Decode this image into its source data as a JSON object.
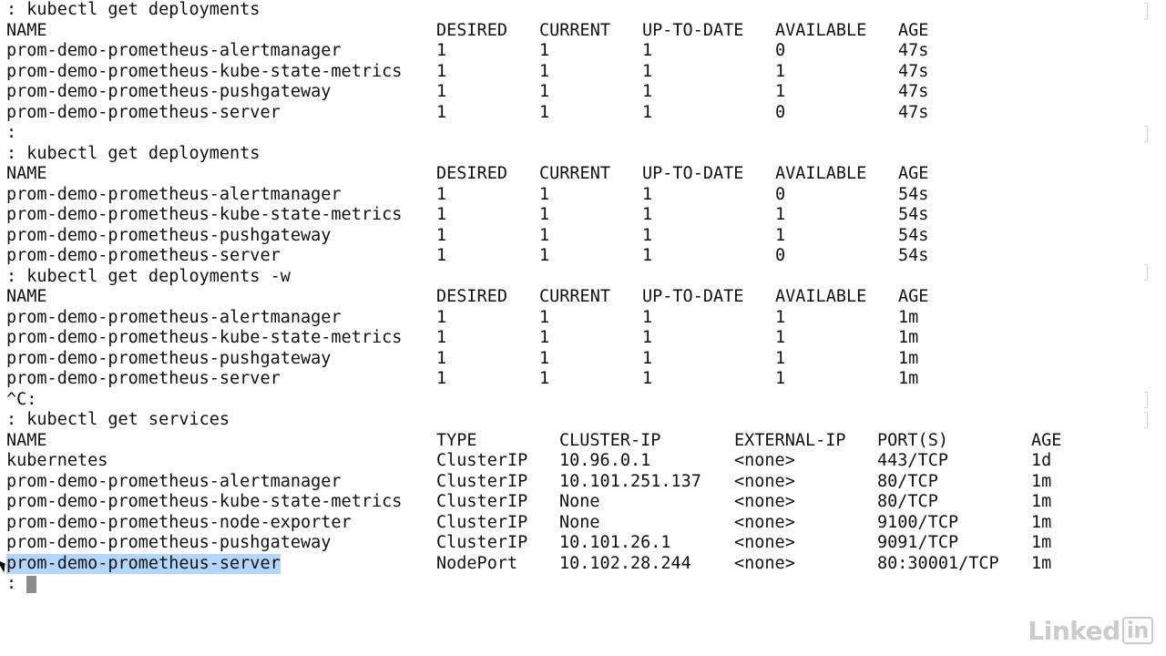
{
  "terminal": {
    "lines": [
      [
        ": kubectl get deployments"
      ],
      [
        "NAME",
        "DESIRED",
        "CURRENT",
        "UP-TO-DATE",
        "AVAILABLE",
        "AGE"
      ],
      [
        "prom-demo-prometheus-alertmanager",
        "1",
        "1",
        "1",
        "0",
        "47s"
      ],
      [
        "prom-demo-prometheus-kube-state-metrics",
        "1",
        "1",
        "1",
        "1",
        "47s"
      ],
      [
        "prom-demo-prometheus-pushgateway",
        "1",
        "1",
        "1",
        "1",
        "47s"
      ],
      [
        "prom-demo-prometheus-server",
        "1",
        "1",
        "1",
        "0",
        "47s"
      ],
      [
        ":"
      ],
      [
        ": kubectl get deployments"
      ],
      [
        "NAME",
        "DESIRED",
        "CURRENT",
        "UP-TO-DATE",
        "AVAILABLE",
        "AGE"
      ],
      [
        "prom-demo-prometheus-alertmanager",
        "1",
        "1",
        "1",
        "0",
        "54s"
      ],
      [
        "prom-demo-prometheus-kube-state-metrics",
        "1",
        "1",
        "1",
        "1",
        "54s"
      ],
      [
        "prom-demo-prometheus-pushgateway",
        "1",
        "1",
        "1",
        "1",
        "54s"
      ],
      [
        "prom-demo-prometheus-server",
        "1",
        "1",
        "1",
        "0",
        "54s"
      ],
      [
        ": kubectl get deployments -w"
      ],
      [
        "NAME",
        "DESIRED",
        "CURRENT",
        "UP-TO-DATE",
        "AVAILABLE",
        "AGE"
      ],
      [
        "prom-demo-prometheus-alertmanager",
        "1",
        "1",
        "1",
        "1",
        "1m"
      ],
      [
        "prom-demo-prometheus-kube-state-metrics",
        "1",
        "1",
        "1",
        "1",
        "1m"
      ],
      [
        "prom-demo-prometheus-pushgateway",
        "1",
        "1",
        "1",
        "1",
        "1m"
      ],
      [
        "prom-demo-prometheus-server",
        "1",
        "1",
        "1",
        "1",
        "1m"
      ],
      [
        "^C:"
      ],
      [
        ": kubectl get services"
      ],
      [
        "NAME",
        "TYPE",
        "CLUSTER-IP",
        "EXTERNAL-IP",
        "PORT(S)",
        "AGE"
      ],
      [
        "kubernetes",
        "ClusterIP",
        "10.96.0.1",
        "<none>",
        "443/TCP",
        "1d"
      ],
      [
        "prom-demo-prometheus-alertmanager",
        "ClusterIP",
        "10.101.251.137",
        "<none>",
        "80/TCP",
        "1m"
      ],
      [
        "prom-demo-prometheus-kube-state-metrics",
        "ClusterIP",
        "None",
        "<none>",
        "80/TCP",
        "1m"
      ],
      [
        "prom-demo-prometheus-node-exporter",
        "ClusterIP",
        "None",
        "<none>",
        "9100/TCP",
        "1m"
      ],
      [
        "prom-demo-prometheus-pushgateway",
        "ClusterIP",
        "10.101.26.1",
        "<none>",
        "9091/TCP",
        "1m"
      ],
      [
        "prom-demo-prometheus-server",
        "NodePort",
        "10.102.28.244",
        "<none>",
        "80:30001/TCP",
        "1m"
      ],
      [
        ":"
      ]
    ],
    "selected_text": "prom-demo-prometheus-server",
    "selection_color": "#b4d5fe",
    "cursor_color": "#8e8e8e",
    "text_color": "#111111",
    "background_color": "#ffffff"
  },
  "watermark": {
    "brand": "Linked",
    "brand_box": "in"
  }
}
